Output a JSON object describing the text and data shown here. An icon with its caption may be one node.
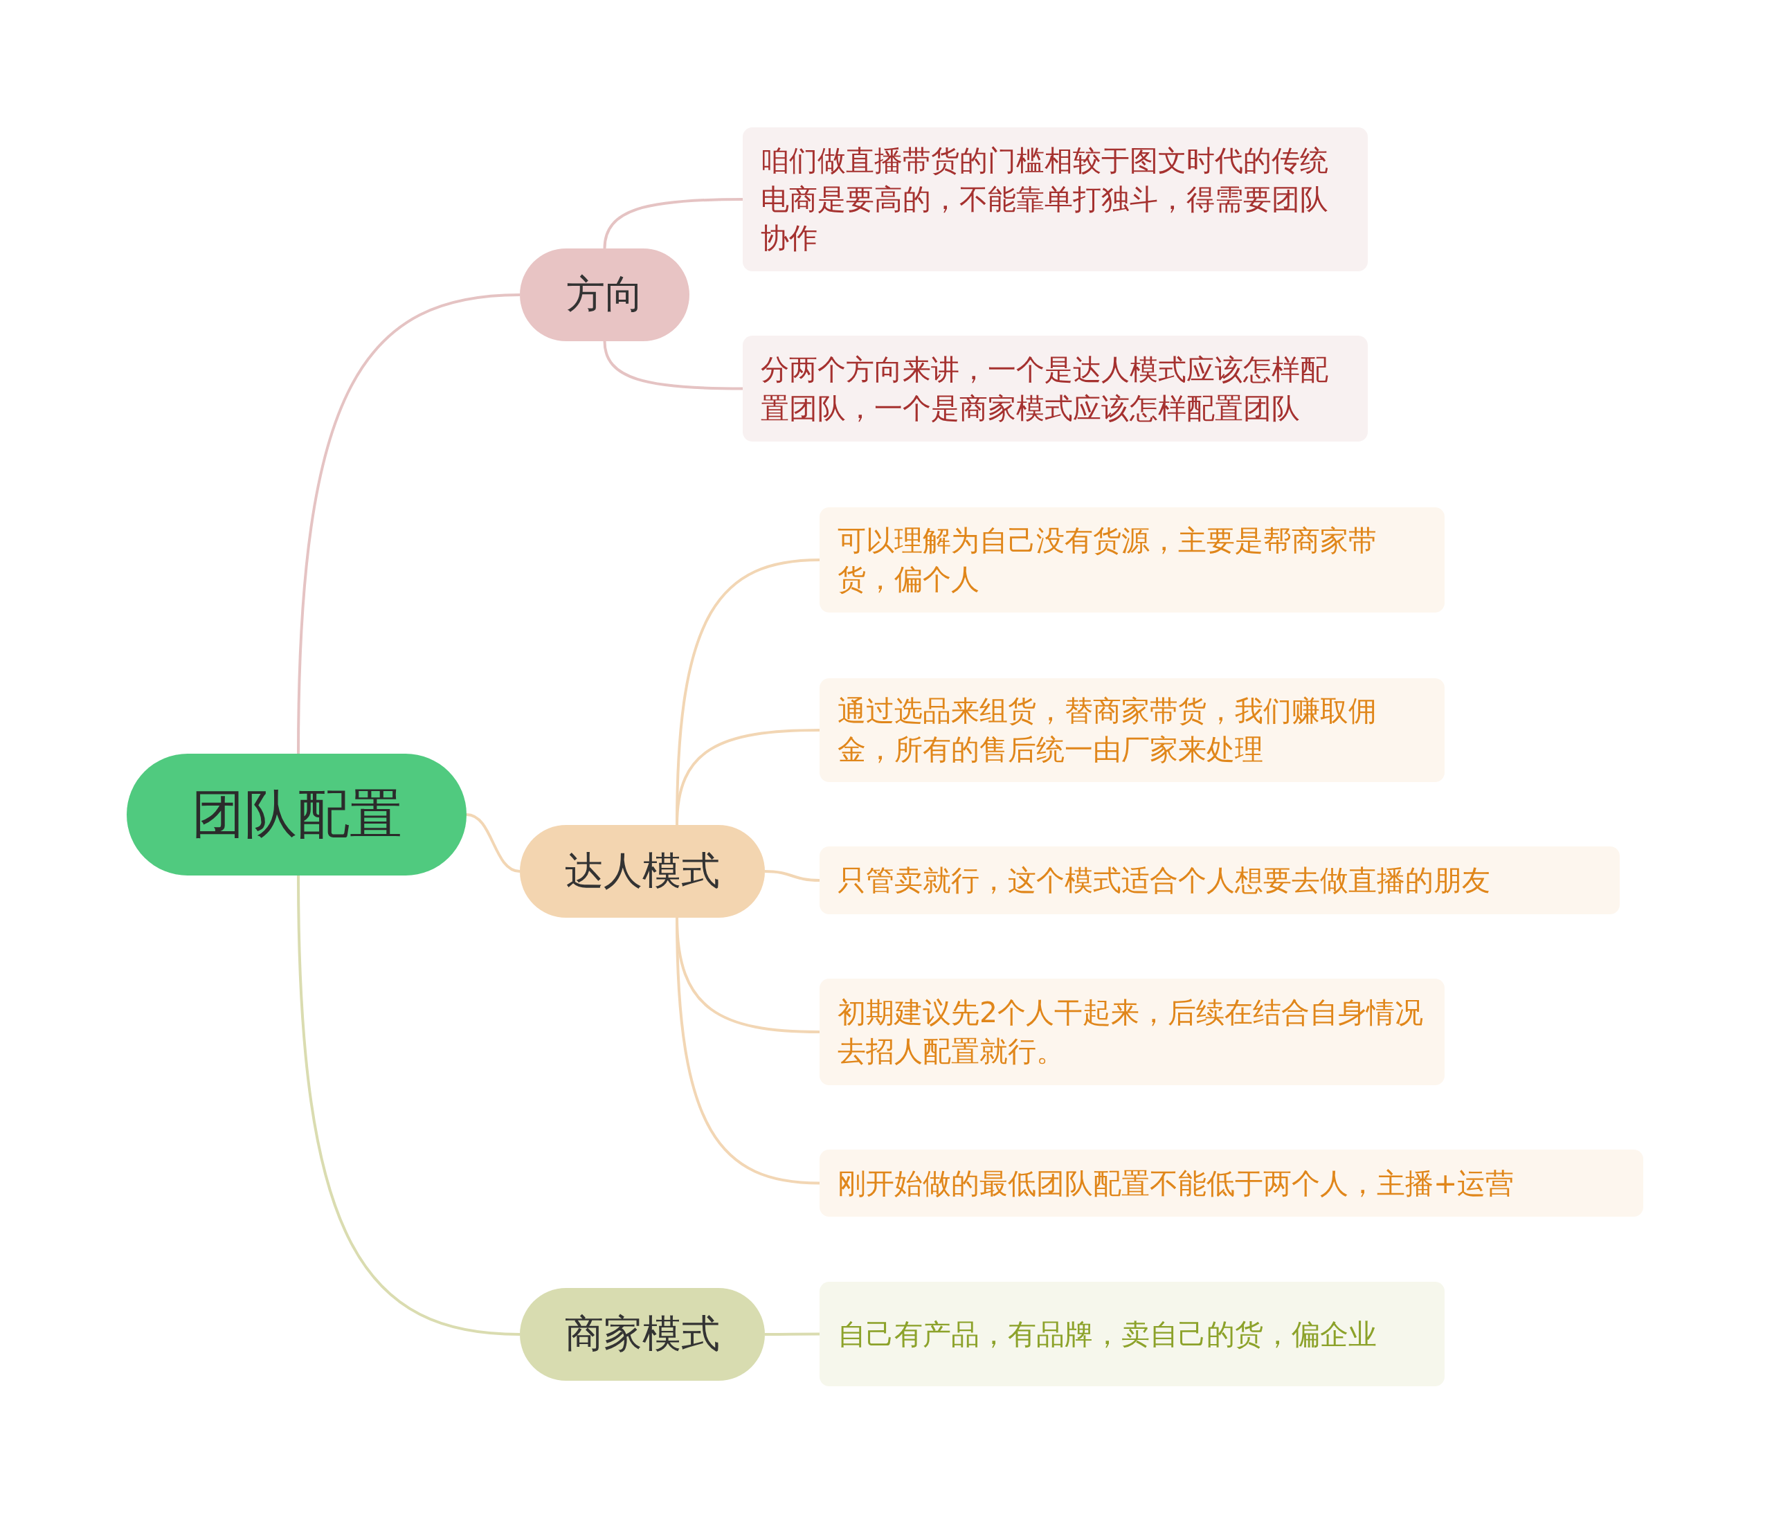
{
  "diagram": {
    "nodes": [
      {
        "text": [
          "团队配置"
        ]
      },
      {
        "text": [
          "方向"
        ]
      },
      {
        "text": [
          "咱们做直播带货的门槛相较于图文时代的传统电商是要高的，不能靠单打独斗，得需要团队协作"
        ]
      },
      {
        "text": [
          "分两个方向来讲，一个是达人模式应该怎样配置团队，一个是商家模式应该怎样配置团队"
        ]
      },
      {
        "text": [
          "达人模式"
        ]
      },
      {
        "text": [
          "可以理解为自己没有货源，主要是帮商家带货，偏个人"
        ]
      },
      {
        "text": [
          "通过选品来组货，替商家带货，我们赚取佣金，所有的售后统一由厂家来处理"
        ]
      },
      {
        "text": [
          "只管卖就行，这个模式适合个人想要去做直播的朋友"
        ]
      },
      {
        "text": [
          "初期建议先2个人干起来，后续在结合自身情况去招人配置就行。"
        ]
      },
      {
        "text": [
          "刚开始做的最低团队配置不能低于两个人，主播+运营"
        ]
      },
      {
        "text": [
          "商家模式"
        ]
      },
      {
        "text": [
          "自己有产品，有品牌，卖自己的货，偏企业"
        ]
      }
    ],
    "edges": [
      {
        "from": 0,
        "to": 1,
        "arrow": "none",
        "color": "#e5c3c3"
      },
      {
        "from": 1,
        "to": 2,
        "arrow": "none",
        "color": "#e5c3c3"
      },
      {
        "from": 1,
        "to": 3,
        "arrow": "none",
        "color": "#e5c3c3"
      },
      {
        "from": 0,
        "to": 4,
        "arrow": "none"
      },
      {
        "from": 4,
        "to": 5,
        "arrow": "none"
      },
      {
        "from": 4,
        "to": 6,
        "arrow": "none"
      },
      {
        "from": 4,
        "to": 7,
        "arrow": "none"
      },
      {
        "from": 4,
        "to": 8,
        "arrow": "none"
      },
      {
        "from": 4,
        "to": 9,
        "arrow": "none"
      },
      {
        "from": 0,
        "to": 10,
        "arrow": "none",
        "color": "#dadcb0"
      },
      {
        "from": 10,
        "to": 11,
        "arrow": "none",
        "color": "#dadcb0"
      }
    ]
  }
}
